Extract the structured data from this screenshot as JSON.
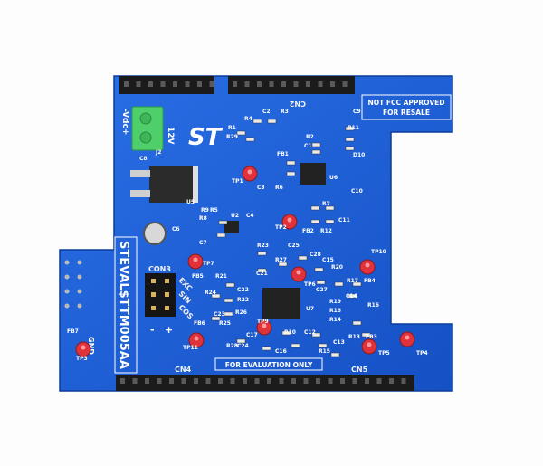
{
  "board": {
    "name": "STEVAL$TTM005AA",
    "notice_fcc_line1": "NOT FCC APPROVED",
    "notice_fcc_line2": "FOR RESALE",
    "notice_eval": "FOR EVALUATION ONLY",
    "power_label": "12V",
    "vdc_label": "-Vdc+",
    "gnd_label": "GND",
    "con3_label": "CON3",
    "con3_pins": [
      "EXC",
      "SIN",
      "COS"
    ],
    "con3_polarity": [
      "-",
      "+"
    ],
    "logo": "ST",
    "connectors": [
      "CN2",
      "CN4",
      "CN5"
    ],
    "components": [
      "C2",
      "R3",
      "R4",
      "R1",
      "R29",
      "R2",
      "C1",
      "FB1",
      "U6",
      "C3",
      "R6",
      "TP1",
      "C10",
      "R11",
      "C9",
      "D10",
      "C8",
      "J2",
      "U5",
      "R8",
      "R7",
      "R5",
      "U2",
      "C4",
      "R9",
      "C7",
      "TP2",
      "FB2",
      "R12",
      "C11",
      "C6",
      "R23",
      "C25",
      "C21",
      "R27",
      "C28",
      "C15",
      "R20",
      "TP6",
      "TP7",
      "FB5",
      "R21",
      "R24",
      "C22",
      "R22",
      "C23",
      "R26",
      "R25",
      "C27",
      "R17",
      "FB4",
      "TP10",
      "C14",
      "U7",
      "TP9",
      "R19",
      "C12",
      "R16",
      "R18",
      "R14",
      "FB6",
      "TP11",
      "R28",
      "C24",
      "C17",
      "C16",
      "R10",
      "R15",
      "R13",
      "FB3",
      "C13",
      "TP5",
      "TP4",
      "TP3",
      "FB7"
    ]
  },
  "colors": {
    "pcb": "#1a5fd6",
    "pcb_dark": "#0f45a8",
    "header": "#1b1b1b",
    "terminal": "#4fcf6a",
    "testpoint": "#e0323a",
    "silkscreen": "#ffffff"
  }
}
